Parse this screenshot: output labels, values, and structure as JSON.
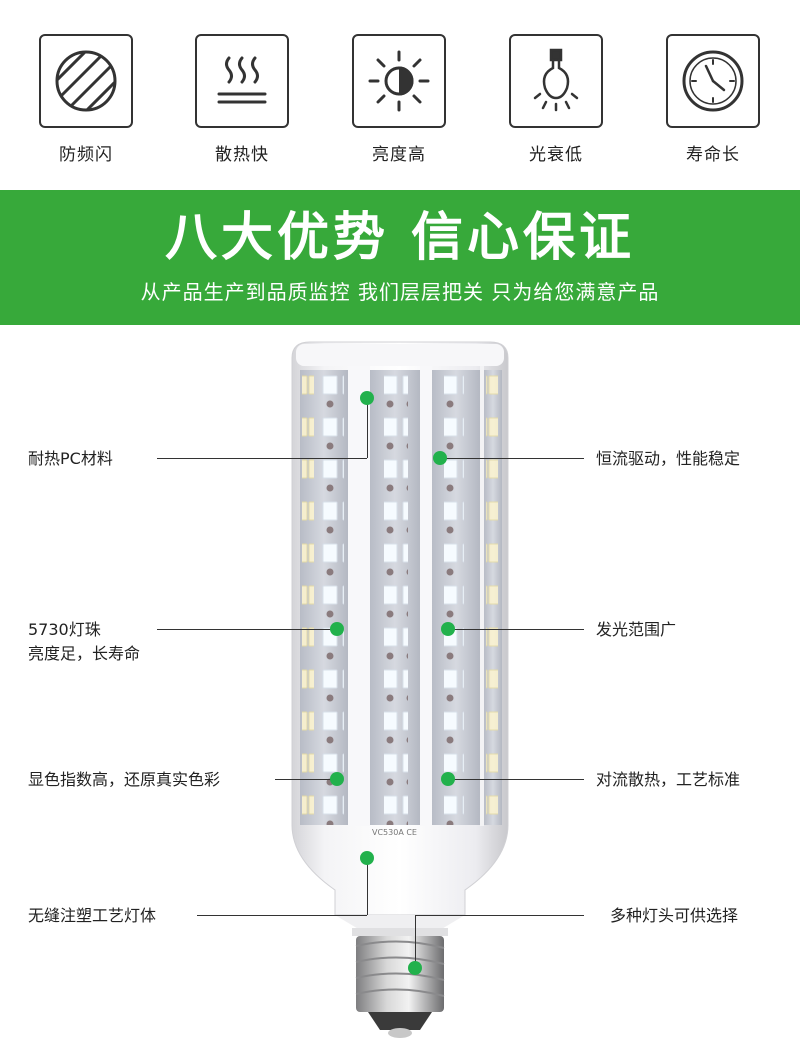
{
  "features": [
    {
      "label": "防频闪",
      "icon": "flicker-free-icon"
    },
    {
      "label": "散热快",
      "icon": "heat-dissipation-icon"
    },
    {
      "label": "亮度高",
      "icon": "brightness-icon"
    },
    {
      "label": "光衰低",
      "icon": "bulb-icon"
    },
    {
      "label": "寿命长",
      "icon": "clock-icon"
    }
  ],
  "banner": {
    "title": "八大优势 信心保证",
    "subtitle": "从产品生产到品质监控 我们层层把关 只为给您满意产品",
    "color": "#37a93a"
  },
  "callouts": {
    "left": [
      {
        "line1": "耐热PC材料",
        "line2": ""
      },
      {
        "line1": "5730灯珠",
        "line2": "亮度足，长寿命"
      },
      {
        "line1": "显色指数高，还原真实色彩",
        "line2": ""
      },
      {
        "line1": "无缝注塑工艺灯体",
        "line2": ""
      }
    ],
    "right": [
      {
        "line1": "恒流驱动，性能稳定"
      },
      {
        "line1": "发光范围广"
      },
      {
        "line1": "对流散热，工艺标准"
      },
      {
        "line1": "多种灯头可供选择"
      }
    ]
  },
  "product": {
    "marking": "VC530A CE"
  },
  "accent_dot_color": "#22b14c"
}
